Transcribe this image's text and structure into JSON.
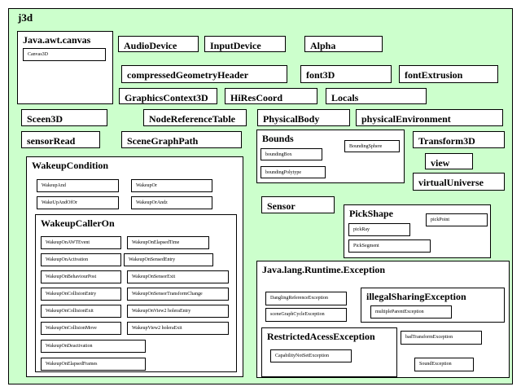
{
  "root": "j3d",
  "awt": {
    "title": "Java.awt.canvas",
    "items": [
      "Canvas3D"
    ]
  },
  "classes": {
    "audio_device": "AudioDevice",
    "input_device": "InputDevice",
    "alpha": "Alpha",
    "compressed_geometry_header": "compressedGeometryHeader",
    "font3d": "font3D",
    "font_extrusion": "fontExtrusion",
    "graphics_context3d": "GraphicsContext3D",
    "hires_coord": "HiResCoord",
    "locals": "Locals",
    "screen3d": "Sceen3D",
    "node_reference_table": "NodeReferenceTable",
    "physical_body": "PhysicalBody",
    "physical_environment": "physicalEnvironment",
    "sensor_read": "sensorRead",
    "scene_graph_path": "SceneGraphPath",
    "transform3d": "Transform3D",
    "view": "view",
    "virtual_universe": "virtualUniverse",
    "sensor": "Sensor"
  },
  "bounds": {
    "title": "Bounds",
    "items": [
      "boundingBox",
      "boundingPolytype",
      "BoundingSphere"
    ]
  },
  "wakeup_condition": {
    "title": "WakeupCondition",
    "items": [
      "WakeupAnd",
      "WakeupOr",
      "WakeUpAndOfOr",
      "WakeupOrAndz"
    ],
    "caller_on": {
      "title": "WakeupCallerOn",
      "items": [
        "WakeupOnAWTEvent",
        "WakeupOnElapsedTime",
        "WakeupOnActivation",
        "WakeupOnSensedEntry",
        "WakeupOnBehaviourPost",
        "WakeupOnSensorExit",
        "WakeupOnCollisionEntry",
        "WakeupOnSensorTransformChange",
        "WakeupOnCollisionExit",
        "WakeupOnView2 holeraEntry",
        "WakeupOnCollisionMove",
        "WakeupView2 holeraExit",
        "WakeupOnDeactivation",
        "WakeupOnElapsedFrames"
      ]
    }
  },
  "pick_shape": {
    "title": "PickShape",
    "items": [
      "pickRay",
      "pickPoint",
      "PickSegment"
    ]
  },
  "runtime_exception": {
    "title": "Java.lang.Runtime.Exception",
    "items": [
      "DanglingReferenceException",
      "sceneGraphCycleException",
      "badTransformException",
      "SoundException"
    ],
    "illegal_sharing": {
      "title": "illegalSharingException",
      "items": [
        "multipleParentException"
      ]
    },
    "restricted_access": {
      "title": "RestrictedAcessException",
      "items": [
        "CapabilityNotSetException"
      ]
    }
  }
}
